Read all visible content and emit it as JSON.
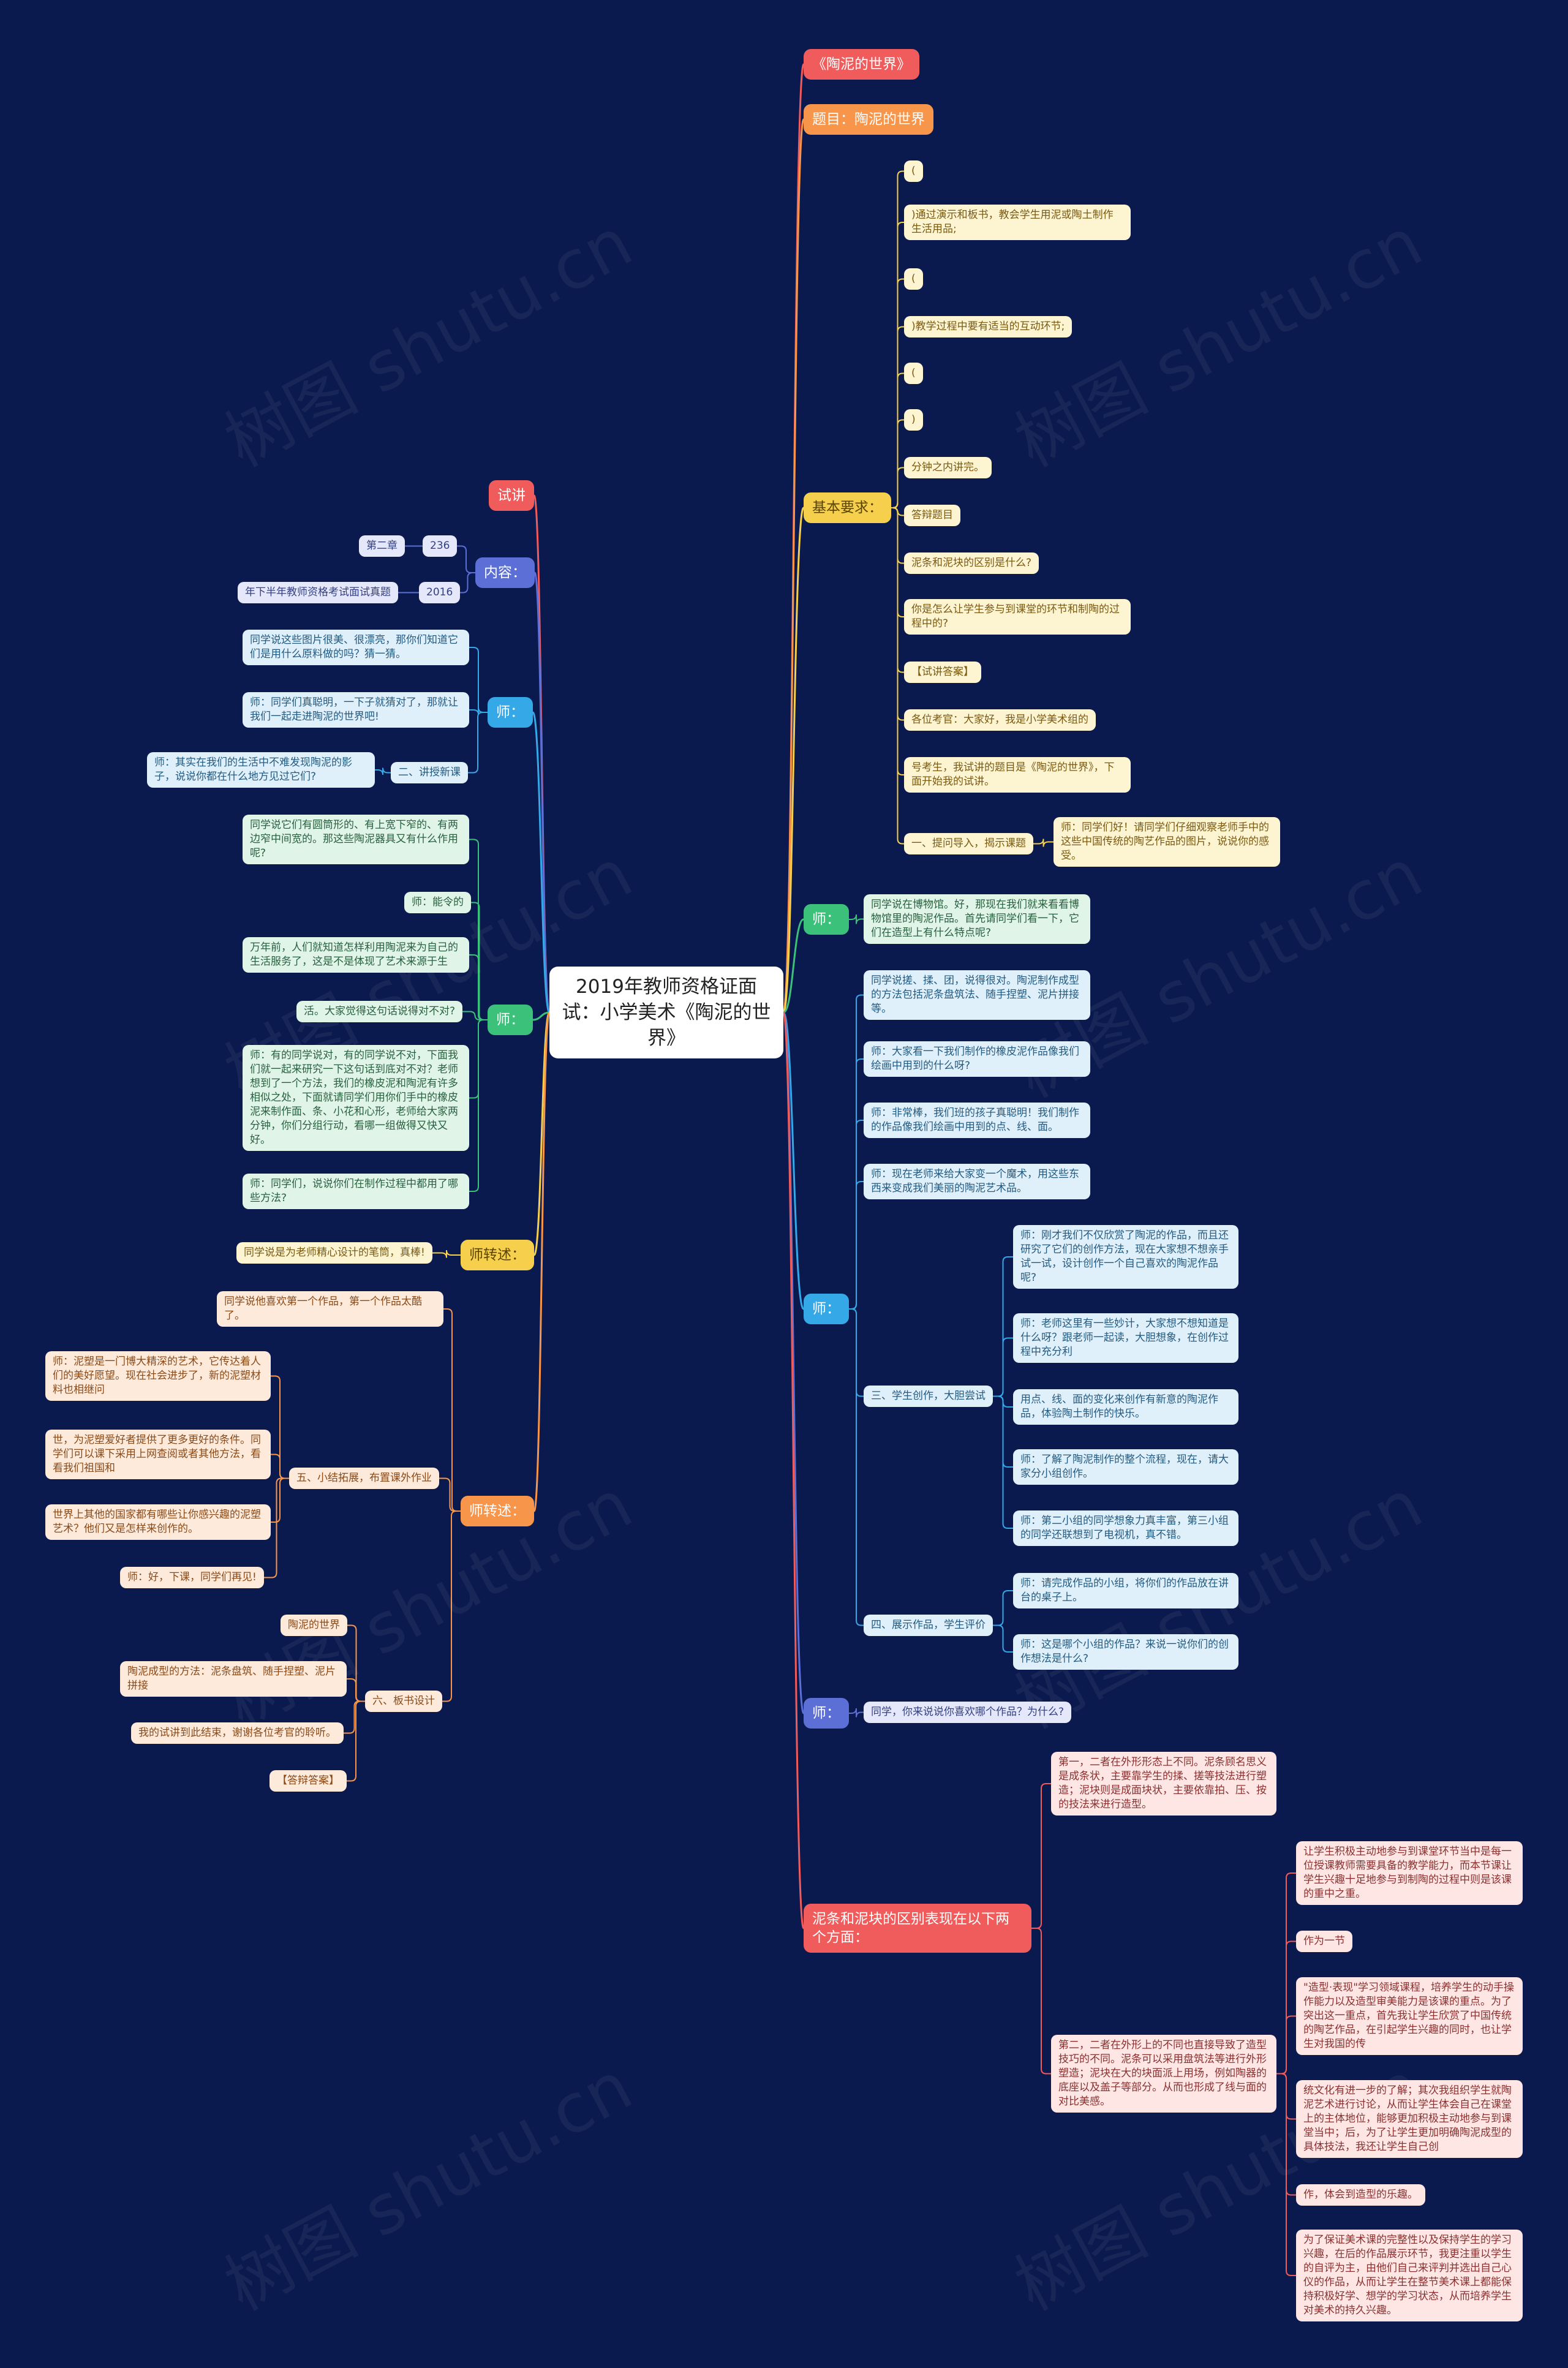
{
  "root": "2019年教师资格证面试：小学美术《陶泥的世界》",
  "right": {
    "title_book": "《陶泥的世界》",
    "topic": "题目：陶泥的世界",
    "basic_req": {
      "label": "基本要求：",
      "items": [
        "(",
        ")通过演示和板书，教会学生用泥或陶土制作生活用品;",
        "(",
        ")教学过程中要有适当的互动环节;",
        "(",
        ")",
        "分钟之内讲完。",
        "答辩题目",
        "泥条和泥块的区别是什么?",
        "你是怎么让学生参与到课堂的环节和制陶的过程中的?",
        "【试讲答案】",
        "各位考官：大家好，我是小学美术组的",
        "号考生，我试讲的题目是《陶泥的世界》，下面开始我的试讲。"
      ],
      "step1_label": "一、提问导入，揭示课题",
      "step1_detail": "师：同学们好！请同学们仔细观察老师手中的这些中国传统的陶艺作品的图片，说说你的感受。"
    },
    "shi1": {
      "label": "师：",
      "text": "同学说在博物馆。好，那现在我们就来看看博物馆里的陶泥作品。首先请同学们看一下，它们在造型上有什么特点呢?"
    },
    "shi2": {
      "label": "师：",
      "items": [
        "同学说搓、揉、团，说得很对。陶泥制作成型的方法包括泥条盘筑法、随手捏塑、泥片拼接等。",
        "师：大家看一下我们制作的橡皮泥作品像我们绘画中用到的什么呀?",
        "师：非常棒，我们班的孩子真聪明！我们制作的作品像我们绘画中用到的点、线、面。",
        "师：现在老师来给大家变一个魔术，用这些东西来变成我们美丽的陶泥艺术品。"
      ],
      "step3_label": "三、学生创作，大胆尝试",
      "step3_items": [
        "师：刚才我们不仅欣赏了陶泥的作品，而且还研究了它们的创作方法，现在大家想不想亲手试一试，设计创作一个自己喜欢的陶泥作品呢?",
        "师：老师这里有一些妙计，大家想不想知道是什么呀？跟老师一起读，大胆想象，在创作过程中充分利",
        "用点、线、面的变化来创作有新意的陶泥作品，体验陶土制作的快乐。",
        "师：了解了陶泥制作的整个流程，现在，请大家分小组创作。",
        "师：第二小组的同学想象力真丰富，第三小组的同学还联想到了电视机，真不错。"
      ],
      "step4_label": "四、展示作品，学生评价",
      "step4_items": [
        "师：请完成作品的小组，将你们的作品放在讲台的桌子上。",
        "师：这是哪个小组的作品？来说一说你们的创作想法是什么?"
      ]
    },
    "shi3": {
      "label": "师：",
      "text": "同学，你来说说你喜欢哪个作品？为什么?"
    },
    "diff": {
      "label": "泥条和泥块的区别表现在以下两个方面：",
      "first": "第一，二者在外形形态上不同。泥条顾名思义是成条状，主要靠学生的揉、搓等技法进行塑造；泥块则是成面块状，主要依靠拍、压、按的技法来进行造型。",
      "second": "第二，二者在外形上的不同也直接导致了造型技巧的不同。泥条可以采用盘筑法等进行外形塑造；泥块在大的块面派上用场，例如陶器的底座以及盖子等部分。从而也形成了线与面的对比美感。",
      "second_items": [
        "让学生积极主动地参与到课堂环节当中是每一位授课教师需要具备的教学能力，而本节课让学生兴趣十足地参与到制陶的过程中则是该课的重中之重。",
        "作为一节",
        "\"造型·表现\"学习领域课程，培养学生的动手操作能力以及造型审美能力是该课的重点。为了突出这一重点，首先我让学生欣赏了中国传统的陶艺作品，在引起学生兴趣的同时，也让学生对我国的传",
        "统文化有进一步的了解；其次我组织学生就陶泥艺术进行讨论，从而让学生体会自己在课堂上的主体地位，能够更加积极主动地参与到课堂当中；后，为了让学生更加明确陶泥成型的具体技法，我还让学生自己创",
        "作，体会到造型的乐趣。",
        "为了保证美术课的完整性以及保持学生的学习兴趣，在后的作品展示环节，我更注重以学生的自评为主，由他们自己来评判并选出自己心仪的作品，从而让学生在整节美术课上都能保持积极好学、想学的学习状态，从而培养学生对美术的持久兴趣。"
      ]
    }
  },
  "left": {
    "shijiang": "试讲",
    "neirong": {
      "label": "内容：",
      "items": [
        {
          "label": "236",
          "child": "第二章"
        },
        {
          "label": "2016",
          "child": "年下半年教师资格考试面试真题"
        }
      ]
    },
    "shi_a": {
      "label": "师：",
      "items": [
        "同学说这些图片很美、很漂亮，那你们知道它们是用什么原料做的吗？猜一猜。",
        "师：同学们真聪明，一下子就猜对了，那就让我们一起走进陶泥的世界吧!"
      ],
      "step2_label": "二、讲授新课",
      "step2_detail": "师：其实在我们的生活中不难发现陶泥的影子，说说你都在什么地方见过它们?"
    },
    "shi_b": {
      "label": "师：",
      "items": [
        "同学说它们有圆筒形的、有上宽下窄的、有两边窄中间宽的。那这些陶泥器具又有什么作用呢?",
        "师：能令的",
        "万年前，人们就知道怎样利用陶泥来为自己的生活服务了，这是不是体现了艺术来源于生",
        "活。大家觉得这句话说得对不对?",
        "师：有的同学说对，有的同学说不对，下面我们就一起来研究一下这句话到底对不对？老师想到了一个方法，我们的橡皮泥和陶泥有许多相似之处，下面就请同学们用你们手中的橡皮泥来制作面、条、小花和心形，老师给大家两分钟，你们分组行动，看哪一组做得又快又好。",
        "师：同学们，说说你们在制作过程中都用了哪些方法?"
      ]
    },
    "zhuanshu1": {
      "label": "师转述：",
      "text": "同学说是为老师精心设计的笔筒，真棒!"
    },
    "zhuanshu2": {
      "label": "师转述：",
      "top": "同学说他喜欢第一个作品，第一个作品太酷了。",
      "step5_label": "五、小结拓展，布置课外作业",
      "step5_items": [
        "师：泥塑是一门博大精深的艺术，它传达着人们的美好愿望。现在社会进步了，新的泥塑材料也相继问",
        "世，为泥塑爱好者提供了更多更好的条件。同学们可以课下采用上网查阅或者其他方法，看看我们祖国和",
        "世界上其他的国家都有哪些让你感兴趣的泥塑艺术？他们又是怎样来创作的。",
        "师：好，下课，同学们再见!"
      ],
      "step6_label": "六、板书设计",
      "step6_items": [
        "陶泥的世界",
        "陶泥成型的方法：泥条盘筑、随手捏塑、泥片拼接",
        "我的试讲到此结束，谢谢各位考官的聆听。",
        "【答辩答案】"
      ]
    }
  },
  "watermark": "树图 shutu.cn"
}
